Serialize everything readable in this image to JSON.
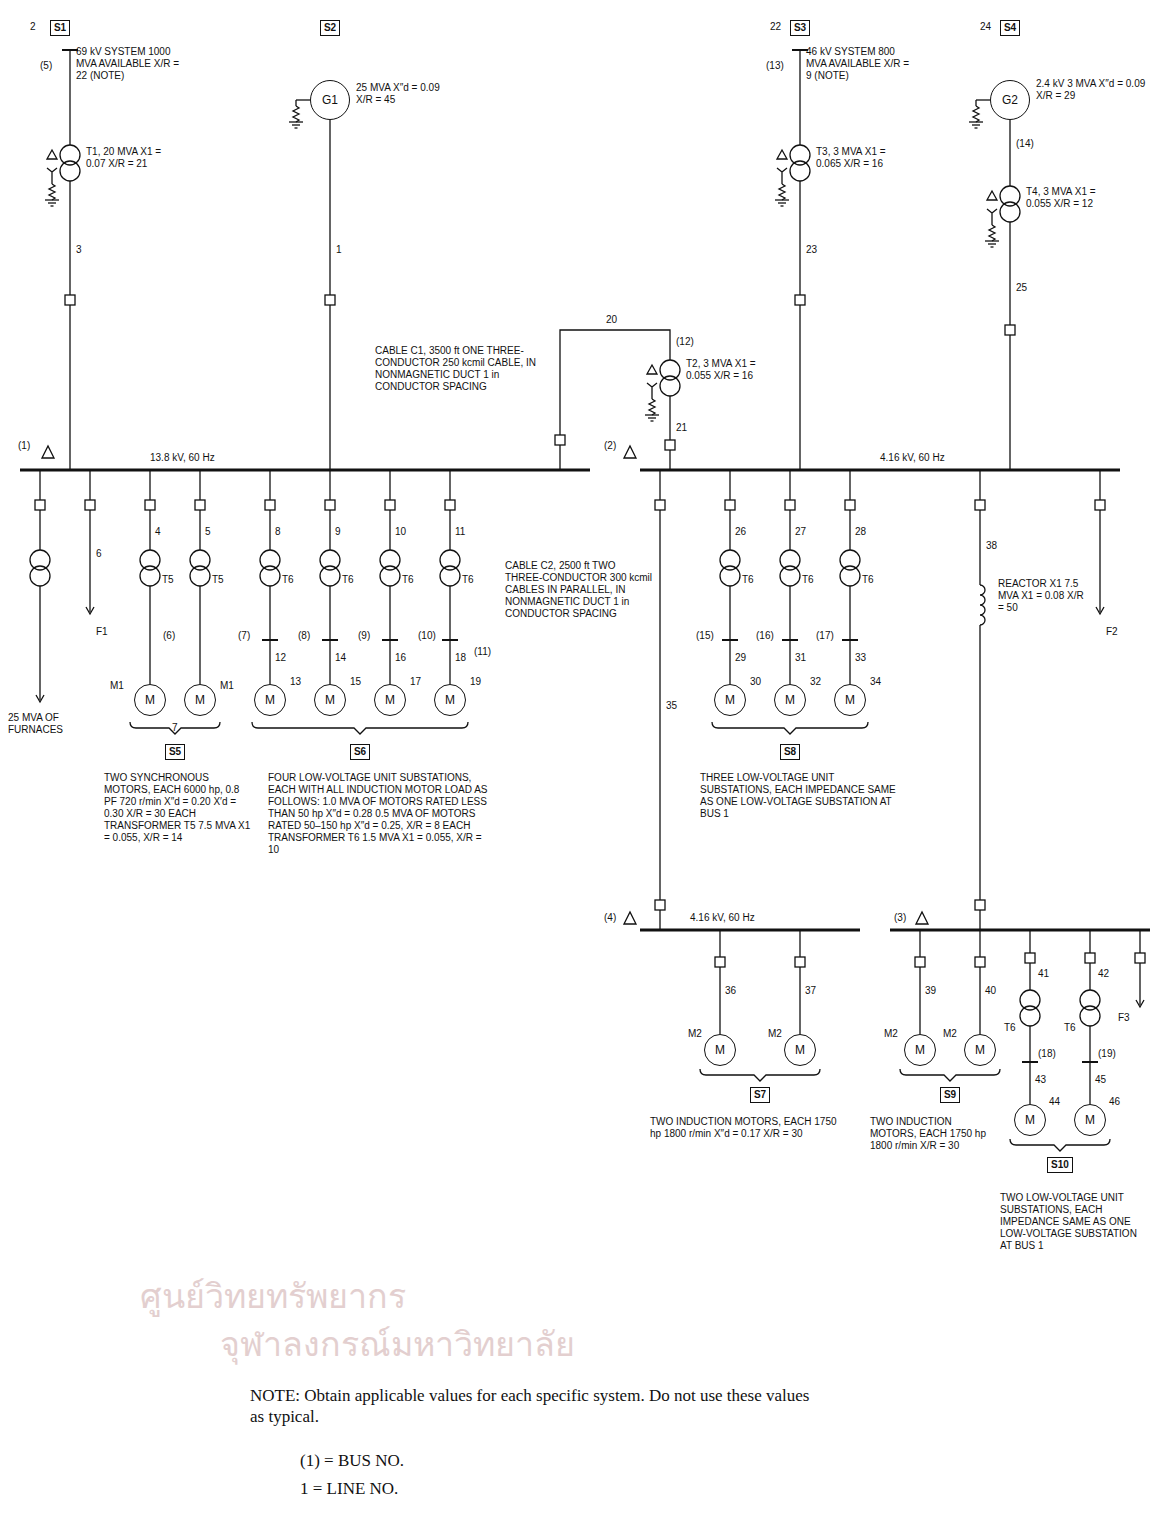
{
  "diagram": {
    "nodes": [
      {
        "text": [
          "S1"
        ]
      },
      {
        "text": [
          "S2"
        ]
      },
      {
        "text": [
          "G1"
        ]
      },
      {
        "text": [
          "S3"
        ]
      },
      {
        "text": [
          "S4"
        ]
      },
      {
        "text": [
          "G2"
        ]
      },
      {
        "text": [
          "M"
        ]
      },
      {
        "text": [
          "M"
        ]
      },
      {
        "text": [
          "S5"
        ]
      },
      {
        "text": [
          "M"
        ]
      },
      {
        "text": [
          "M"
        ]
      },
      {
        "text": [
          "M"
        ]
      },
      {
        "text": [
          "M"
        ]
      },
      {
        "text": [
          "S6"
        ]
      },
      {
        "text": [
          "M"
        ]
      },
      {
        "text": [
          "M"
        ]
      },
      {
        "text": [
          "M"
        ]
      },
      {
        "text": [
          "S8"
        ]
      },
      {
        "text": [
          "M"
        ]
      },
      {
        "text": [
          "M"
        ]
      },
      {
        "text": [
          "S7"
        ]
      },
      {
        "text": [
          "M"
        ]
      },
      {
        "text": [
          "M"
        ]
      },
      {
        "text": [
          "S9"
        ]
      },
      {
        "text": [
          "M"
        ]
      },
      {
        "text": [
          "M"
        ]
      },
      {
        "text": [
          "S10"
        ]
      }
    ],
    "labels": [
      "2",
      "69 kV SYSTEM 1000 MVA AVAILABLE X/R = 22 (NOTE)",
      "(5)",
      "T1, 20 MVA X1 = 0.07 X/R = 21",
      "3",
      "25 MVA X″d = 0.09 X/R = 45",
      "1",
      "22",
      "46 kV SYSTEM 800 MVA AVAILABLE X/R = 9 (NOTE)",
      "(13)",
      "T3, 3 MVA X1 = 0.065 X/R = 16",
      "23",
      "24",
      "2.4 kV 3 MVA X″d = 0.09 X/R = 29",
      "(14)",
      "T4, 3 MVA X1 = 0.055 X/R = 12",
      "25",
      "(1)",
      "13.8 kV, 60 Hz",
      "CABLE C1, 3500 ft ONE THREE-CONDUCTOR 250 kcmil CABLE, IN NONMAGNETIC DUCT 1 in CONDUCTOR SPACING",
      "20",
      "(12)",
      "T2, 3 MVA X1 = 0.055 X/R = 16",
      "21",
      "(2)",
      "4.16 kV, 60 Hz",
      "25 MVA OF FURNACES",
      "6",
      "F1",
      "4",
      "5",
      "T5",
      "T5",
      "(6)",
      "M1",
      "M1",
      "7",
      "TWO SYNCHRONOUS MOTORS, EACH 6000 hp, 0.8 PF 720 r/min X″d = 0.20 X′d = 0.30 X/R = 30 EACH TRANSFORMER T5 7.5 MVA X1 = 0.055, X/R = 14",
      "T6",
      "8",
      "(7)",
      "12",
      "13",
      "T6",
      "9",
      "(8)",
      "14",
      "15",
      "T6",
      "10",
      "(9)",
      "16",
      "17",
      "T6",
      "11",
      "(10)",
      "18",
      "19",
      "(11)",
      "FOUR LOW-VOLTAGE UNIT SUBSTATIONS, EACH WITH ALL INDUCTION MOTOR LOAD AS FOLLOWS: 1.0 MVA OF MOTORS RATED LESS THAN 50 hp X″d = 0.28 0.5 MVA OF MOTORS RATED 50–150 hp X″d = 0.25, X/R = 8 EACH TRANSFORMER T6 1.5 MVA X1 = 0.055, X/R = 10",
      "CABLE C2, 2500 ft TWO THREE-CONDUCTOR 300 kcmil CABLES IN PARALLEL, IN NONMAGNETIC DUCT 1 in CONDUCTOR SPACING",
      "35",
      "T6",
      "26",
      "(15)",
      "29",
      "30",
      "T6",
      "27",
      "(16)",
      "31",
      "32",
      "T6",
      "28",
      "(17)",
      "33",
      "34",
      "THREE LOW-VOLTAGE UNIT SUBSTATIONS, EACH IMPEDANCE SAME AS ONE LOW-VOLTAGE SUBSTATION AT BUS 1",
      "38",
      "REACTOR X1 7.5 MVA X1 = 0.08 X/R = 50",
      "F2",
      "(4)",
      "4.16 kV, 60 Hz",
      "M2",
      "36",
      "M2",
      "37",
      "TWO INDUCTION MOTORS, EACH 1750 hp 1800 r/min X″d = 0.17 X/R = 30",
      "(3)",
      "M2",
      "39",
      "M2",
      "40",
      "TWO INDUCTION MOTORS, EACH 1750 hp 1800 r/min X/R = 30",
      "T6",
      "41",
      "(18)",
      "43",
      "44",
      "T6",
      "42",
      "(19)",
      "45",
      "46",
      "F3",
      "TWO LOW-VOLTAGE UNIT SUBSTATIONS, EACH IMPEDANCE SAME AS ONE LOW-VOLTAGE SUBSTATION AT BUS 1",
      "NOTE: Obtain applicable values for each specific system. Do not use these values as typical.",
      "(1) = BUS NO.",
      "1 = LINE NO.",
      "ศูนย์วิทยทรัพยากร",
      "จุฬาลงกรณ์มหาวิทยาลัย"
    ]
  }
}
